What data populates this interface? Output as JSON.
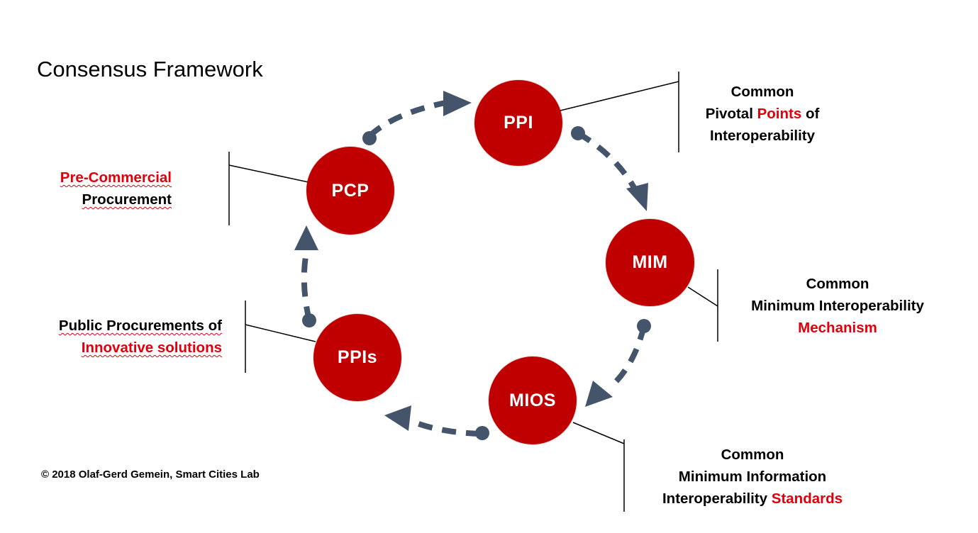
{
  "title": "Consensus Framework",
  "colors": {
    "node_fill": "#c00000",
    "node_text": "#ffffff",
    "arrow": "#44546a",
    "highlight_text": "#e0000b",
    "leader_line": "#000000"
  },
  "nodes": {
    "ppi": "PPI",
    "mim": "MIM",
    "mios": "MIOS",
    "ppis": "PPIs",
    "pcp": "PCP"
  },
  "labels": {
    "ppi": {
      "line1": "Common",
      "line2_pre": "Pivotal ",
      "line2_highlight": "Points",
      "line2_post": " of",
      "line3": "Interoperability"
    },
    "mim": {
      "line1": "Common",
      "line2": "Minimum Interoperability",
      "line3_highlight": "Mechanism"
    },
    "mios": {
      "line1": "Common",
      "line2": "Minimum Information",
      "line3_pre": "Interoperability ",
      "line3_highlight": "Standards"
    },
    "pcp": {
      "line1_highlight": "Pre-Commercial",
      "line2": "Procurement"
    },
    "ppis": {
      "line1": "Public Procurements of",
      "line2_highlight": "Innovative solutions"
    }
  },
  "cycle_arrows": [
    "icon-dashed-arrow",
    "dot-start",
    "triangle-head"
  ],
  "copyright": "© 2018 Olaf-Gerd Gemein, Smart Cities Lab"
}
